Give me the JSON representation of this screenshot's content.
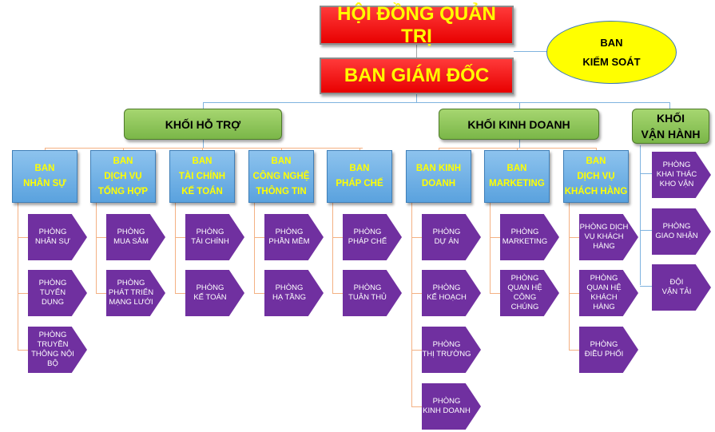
{
  "board": {
    "label": "HỘI ĐỒNG QUẢN TRỊ"
  },
  "supervisory": {
    "lines": [
      "BAN",
      "KIỂM SOÁT"
    ]
  },
  "directors": {
    "label": "BAN GIÁM ĐỐC"
  },
  "blocks": [
    {
      "lines": [
        "KHỐI HỖ TRỢ"
      ]
    },
    {
      "lines": [
        "KHỐI KINH DOANH"
      ]
    },
    {
      "lines": [
        "KHỐI",
        "VẬN HÀNH"
      ]
    }
  ],
  "departments": [
    {
      "lines": [
        "BAN",
        "NHÂN SỰ"
      ],
      "units": [
        [
          "PHÒNG",
          "NHÂN SỰ"
        ],
        [
          "PHÒNG",
          "TUYỂN",
          "DỤNG"
        ],
        [
          "PHÒNG",
          "TRUYỀN",
          "THÔNG NỘI",
          "BỘ"
        ]
      ]
    },
    {
      "lines": [
        "BAN",
        "DỊCH VỤ",
        "TỔNG HỢP"
      ],
      "units": [
        [
          "PHÒNG",
          "MUA SẮM"
        ],
        [
          "PHÒNG",
          "PHÁT TRIỂN",
          "MẠNG LƯỚI"
        ]
      ]
    },
    {
      "lines": [
        "BAN",
        "TÀI CHÍNH",
        "KẾ TOÁN"
      ],
      "units": [
        [
          "PHÒNG",
          "TÀI CHÍNH"
        ],
        [
          "PHÒNG",
          "KẾ TOÁN"
        ]
      ]
    },
    {
      "lines": [
        "BAN",
        "CÔNG NGHỆ",
        "THÔNG TIN"
      ],
      "units": [
        [
          "PHÒNG",
          "PHẦN MỀM"
        ],
        [
          "PHÒNG",
          "HẠ TẦNG"
        ]
      ]
    },
    {
      "lines": [
        "BAN",
        "PHÁP CHẾ"
      ],
      "units": [
        [
          "PHÒNG",
          "PHÁP CHẾ"
        ],
        [
          "PHÒNG",
          "TUÂN THỦ"
        ]
      ]
    },
    {
      "lines": [
        "BAN KINH",
        "DOANH"
      ],
      "units": [
        [
          "PHÒNG",
          "DỰ ÁN"
        ],
        [
          "PHÒNG",
          "KẾ HOẠCH"
        ],
        [
          "PHÒNG",
          "THỊ TRƯỜNG"
        ],
        [
          "PHÒNG",
          "KINH DOANH"
        ]
      ]
    },
    {
      "lines": [
        "BAN",
        "MARKETING"
      ],
      "units": [
        [
          "PHÒNG",
          "MARKETING"
        ],
        [
          "PHÒNG",
          "QUAN HỆ",
          "CÔNG",
          "CHÚNG"
        ]
      ]
    },
    {
      "lines": [
        "BAN",
        "DỊCH VỤ",
        "KHÁCH HÀNG"
      ],
      "units": [
        [
          "PHÒNG DỊCH",
          "VỤ KHÁCH",
          "HÀNG"
        ],
        [
          "PHÒNG",
          "QUAN HỆ",
          "KHÁCH",
          "HÀNG"
        ],
        [
          "PHÒNG",
          "ĐIỀU PHỐI"
        ]
      ]
    }
  ],
  "operations_units": [
    [
      "PHÒNG",
      "KHAI THÁC",
      "KHO VẬN"
    ],
    [
      "PHÒNG",
      "GIAO NHẬN"
    ],
    [
      "ĐỘI",
      "VẬN TẢI"
    ]
  ]
}
